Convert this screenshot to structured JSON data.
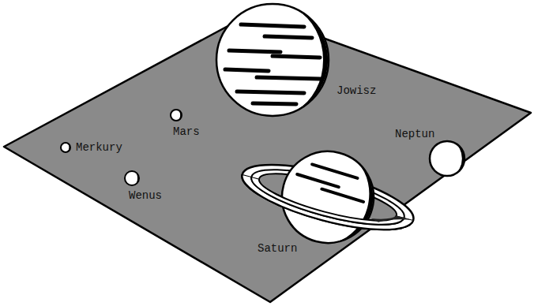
{
  "diagram": {
    "labels": [
      "Merkury",
      "Wenus",
      "Mars",
      "Jowisz",
      "Neptun",
      "Saturn"
    ]
  }
}
